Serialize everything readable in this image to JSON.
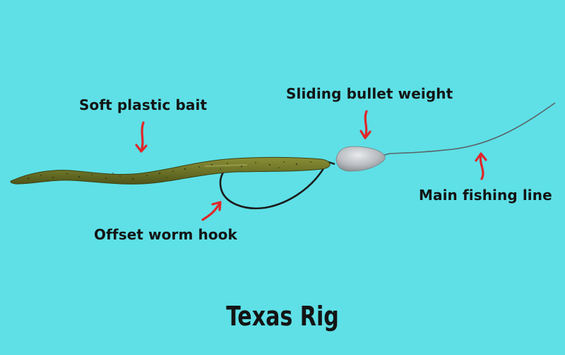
{
  "background_color": "#5ee0e6",
  "labels": {
    "bait": "Soft plastic bait",
    "weight": "Sliding bullet weight",
    "line": "Main fishing line",
    "hook": "Offset worm hook"
  },
  "title": "Texas Rig",
  "colors": {
    "worm": "#6d7428",
    "worm_dark": "#3d4214",
    "weight": "#b9bcc0",
    "hook": "#1b1b1b",
    "line": "#5a6468",
    "arrow": "#e0262a",
    "text": "#141414"
  }
}
